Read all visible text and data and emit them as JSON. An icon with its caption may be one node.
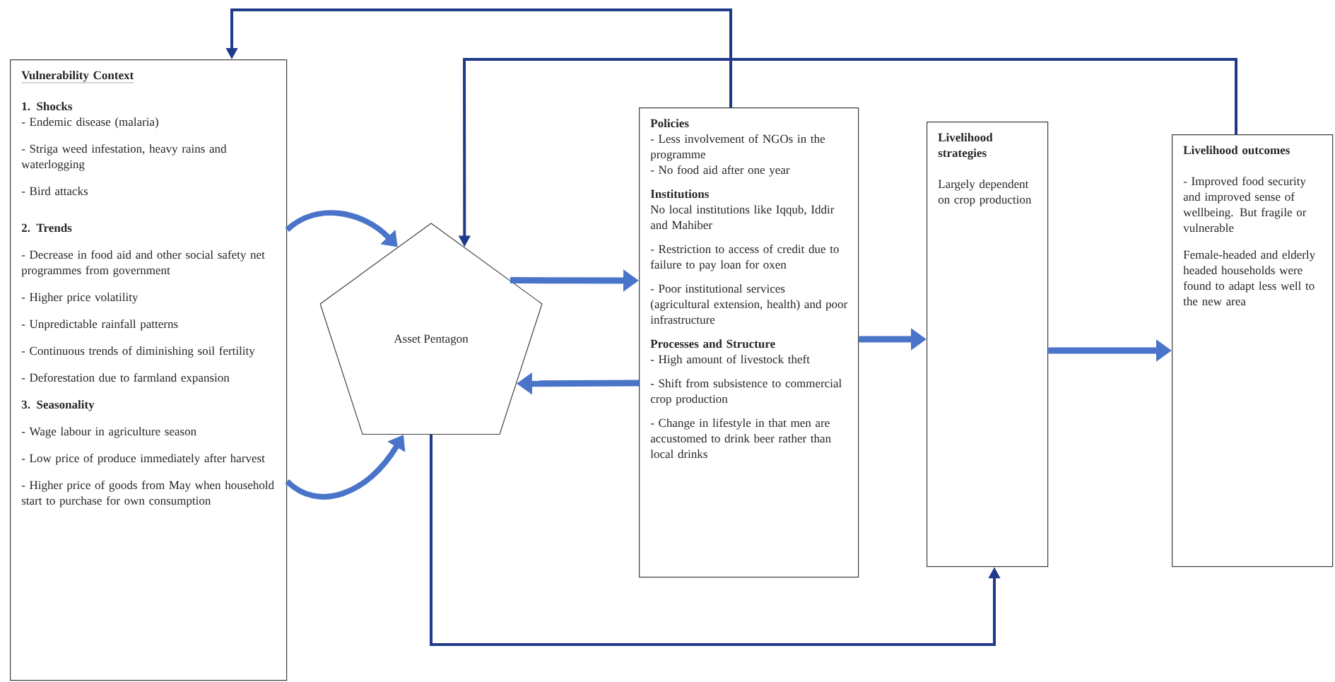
{
  "diagram": {
    "nodes": [
      {
        "text": [
          "Vulnerability Context",
          "1. Shocks",
          "- Endemic disease (malaria)",
          "- Striga weed infestation, heavy rains and waterlogging",
          "- Bird attacks",
          "2. Trends",
          "- Decrease in food aid and other social safety net programmes from government",
          "- Higher price volatility",
          "- Unpredictable rainfall patterns",
          "- Continuous trends of diminishing soil fertility",
          "- Deforestation due to farmland expansion",
          "3. Seasonality",
          "- Wage labour in agriculture season",
          "- Low price of produce immediately after harvest",
          "- Higher price of goods from May when household start to purchase for own consumption"
        ]
      },
      {
        "text": [
          "Asset Pentagon"
        ]
      },
      {
        "text": [
          "Policies",
          "- Less involvement of NGOs in the programme",
          "- No food aid after one year",
          "Institutions",
          "No local institutions like Iqqub, Iddir and Mahiber",
          "- Restriction to access of credit due to failure to pay loan for oxen",
          "- Poor institutional services (agricultural extension, health) and poor infrastructure",
          "Processes and Structure",
          "- High amount of livestock theft",
          "- Shift from subsistence to commercial crop production",
          "- Change in lifestyle in that men are accustomed to drink beer rather than local drinks"
        ]
      },
      {
        "text": [
          "Livelihood strategies",
          "Largely dependent on crop production"
        ]
      },
      {
        "text": [
          "Livelihood outcomes",
          "- Improved food security and improved sense of wellbeing. But fragile or vulnerable",
          "Female-headed and elderly headed households were found to adapt less well to the new area"
        ]
      }
    ],
    "edges": [
      {
        "from": 0,
        "to": 1,
        "arrow": "to"
      },
      {
        "from": 0,
        "to": 1,
        "arrow": "to"
      },
      {
        "from": 1,
        "to": 2,
        "arrow": "to"
      },
      {
        "from": 2,
        "to": 1,
        "arrow": "to"
      },
      {
        "from": 2,
        "to": 3,
        "arrow": "to"
      },
      {
        "from": 3,
        "to": 4,
        "arrow": "to"
      },
      {
        "from": 2,
        "to": 0,
        "arrow": "to",
        "color": "#1f3a8a"
      },
      {
        "from": 4,
        "to": 1,
        "arrow": "to",
        "color": "#1f3a8a"
      },
      {
        "from": 1,
        "to": 3,
        "arrow": "to",
        "color": "#1f3a8a"
      }
    ]
  }
}
